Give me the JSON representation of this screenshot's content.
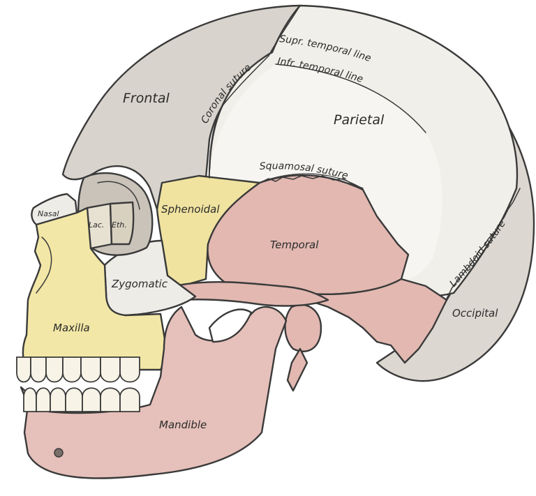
{
  "diagram": {
    "colors": {
      "frontal": "#d8d3cc",
      "parietal": "#f1efe9",
      "occipital": "#dcd7d0",
      "sphenoid": "#f0e3a0",
      "temporal": "#e2b8b1",
      "zygomatic": "#eeece7",
      "maxilla": "#f2e7a6",
      "mandible": "#e6c0ba",
      "teeth": "#f7f3e6",
      "outline": "#3a3a3a"
    },
    "labels": {
      "frontal": "Frontal",
      "coronal_suture": "Coronal suture",
      "supr_temporal_line": "Supr. temporal line",
      "infr_temporal_line": "Infr. temporal line",
      "parietal": "Parietal",
      "squamosal_suture": "Squamosal suture",
      "nasal": "Nasal",
      "lacrimal": "Lac.",
      "ethmoid": "Eth.",
      "sphenoidal": "Sphenoidal",
      "temporal": "Temporal",
      "lambdoid_suture": "Lambdoid suture",
      "zygomatic": "Zygomatic",
      "occipital": "Occipital",
      "maxilla": "Maxilla",
      "mandible": "Mandible"
    }
  }
}
